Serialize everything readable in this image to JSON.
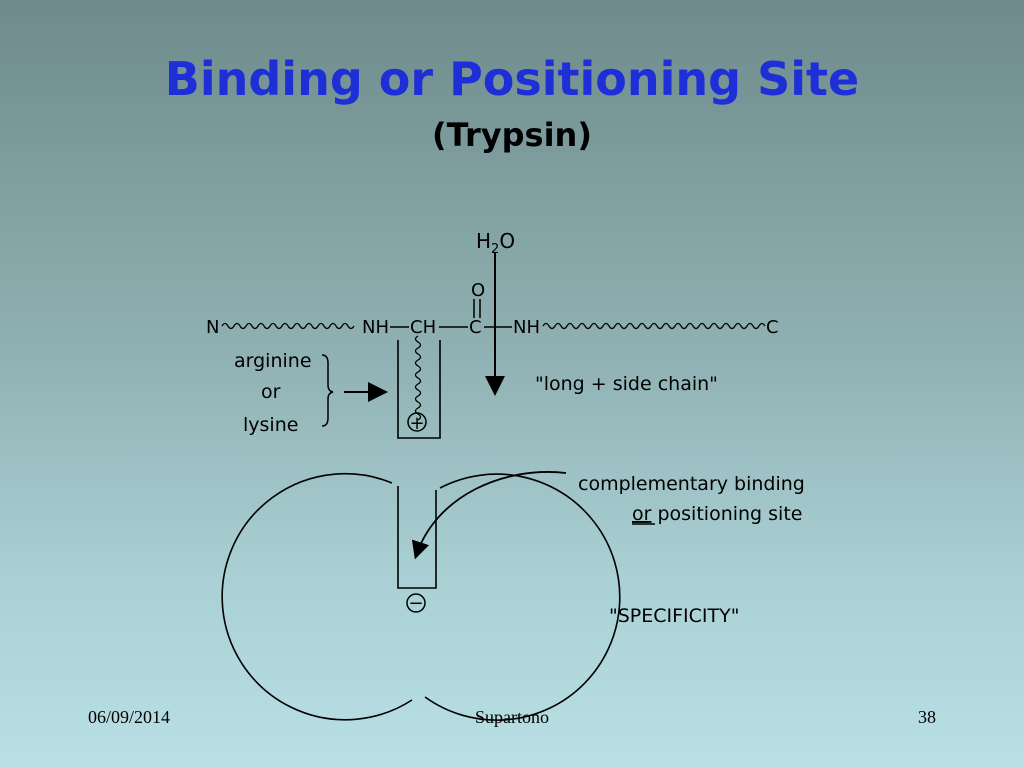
{
  "slide": {
    "title": "Binding or Positioning Site",
    "subtitle": "(Trypsin)"
  },
  "diagram": {
    "water": {
      "main": "H",
      "sub": "2",
      "tail": "O"
    },
    "carbonyl_oxygen": "O",
    "chain": {
      "n_terminus": "N",
      "nh_left": "NH",
      "ch": "CH",
      "c": "C",
      "nh_right": "NH",
      "c_terminus": "C"
    },
    "side_chain_options": [
      "arginine",
      "or",
      "lysine"
    ],
    "positive_charge": "+",
    "side_chain_label": "\"long  +  side chain\"",
    "site_label_line1": "complementary binding",
    "site_label_or": "or",
    "site_label_line2_rest": " positioning site",
    "negative_charge": "−",
    "specificity_label": "\"SPECIFICITY\""
  },
  "footer": {
    "date": "06/09/2014",
    "author": "Supartono",
    "page_number": "38"
  },
  "colors": {
    "title": "#1f2fd8",
    "text": "#000000"
  }
}
